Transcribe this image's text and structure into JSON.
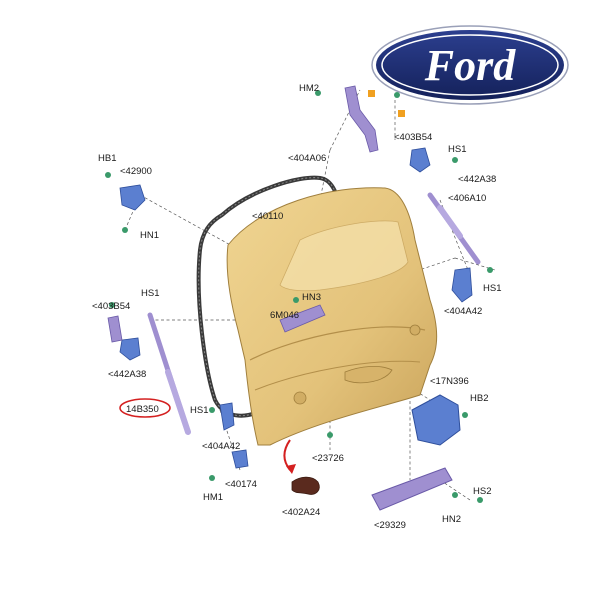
{
  "logo": {
    "text": "Ford",
    "color": "#1b2a6b"
  },
  "colors": {
    "panel": "#e3c27a",
    "panel_dark": "#c9a35a",
    "seal": "#3a3a3a",
    "blue_part": "#5b7fd0",
    "purple_part": "#9f8fd0",
    "highlight": "#d42020"
  },
  "labels": {
    "hm2": "HM2",
    "l403b54_top": "<403B54",
    "hs1_top": "HS1",
    "l442a38_top": "<442A38",
    "l406a10": "<406A10",
    "l404a06": "<404A06",
    "hb1": "HB1",
    "l42900": "<42900",
    "hn1": "HN1",
    "l40110": "<40110",
    "hs1_right": "HS1",
    "hn3": "HN3",
    "l6m046": "6M046",
    "l404a42_right": "<404A42",
    "l403b54_left": "<403B54",
    "hs1_left": "HS1",
    "l442a38_left": "<442A38",
    "l14b350": "14B350",
    "hs1_mid": "HS1",
    "l404a42_left": "<404A42",
    "l40174": "<40174",
    "hm1": "HM1",
    "l23726": "<23726",
    "l402a24": "<402A24",
    "l17n396": "<17N396",
    "hb2": "HB2",
    "hs2": "HS2",
    "hn2": "HN2",
    "l29329": "<29329"
  }
}
